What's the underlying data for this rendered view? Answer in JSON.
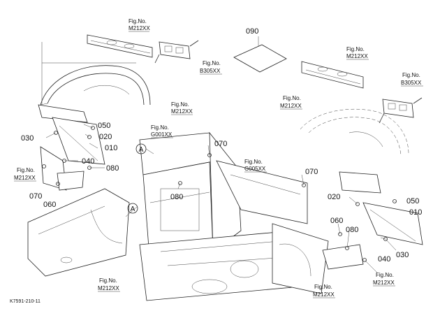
{
  "parts": {
    "p090": "090",
    "p030": "030",
    "p050_left": "050",
    "p020_left": "020",
    "p010_left": "010",
    "p040_left": "040",
    "p080_left": "080",
    "p070_left": "070",
    "p060_left": "060",
    "p070_top": "070",
    "p080_mid": "080",
    "p070_right": "070",
    "p020_right": "020",
    "p050_right": "050",
    "p010_right": "010",
    "p060_right": "060",
    "p080_right": "080",
    "p030_right": "030",
    "p040_right": "040"
  },
  "callouts": {
    "a_top": "A",
    "a_mid": "A"
  },
  "figrefs": {
    "fig_label": "Fig.No.",
    "r1": "M212XX",
    "r2": "B305XX",
    "r3": "M212XX",
    "r4": "G001XX",
    "r5": "M212XX",
    "r6": "G005XX",
    "r7": "M212XX",
    "r8": "M212XX",
    "r9": "B305XX",
    "r10": "M212XX",
    "r11": "M212XX",
    "r12": "M212XX"
  },
  "footer": {
    "code": "K7591-210-11"
  }
}
